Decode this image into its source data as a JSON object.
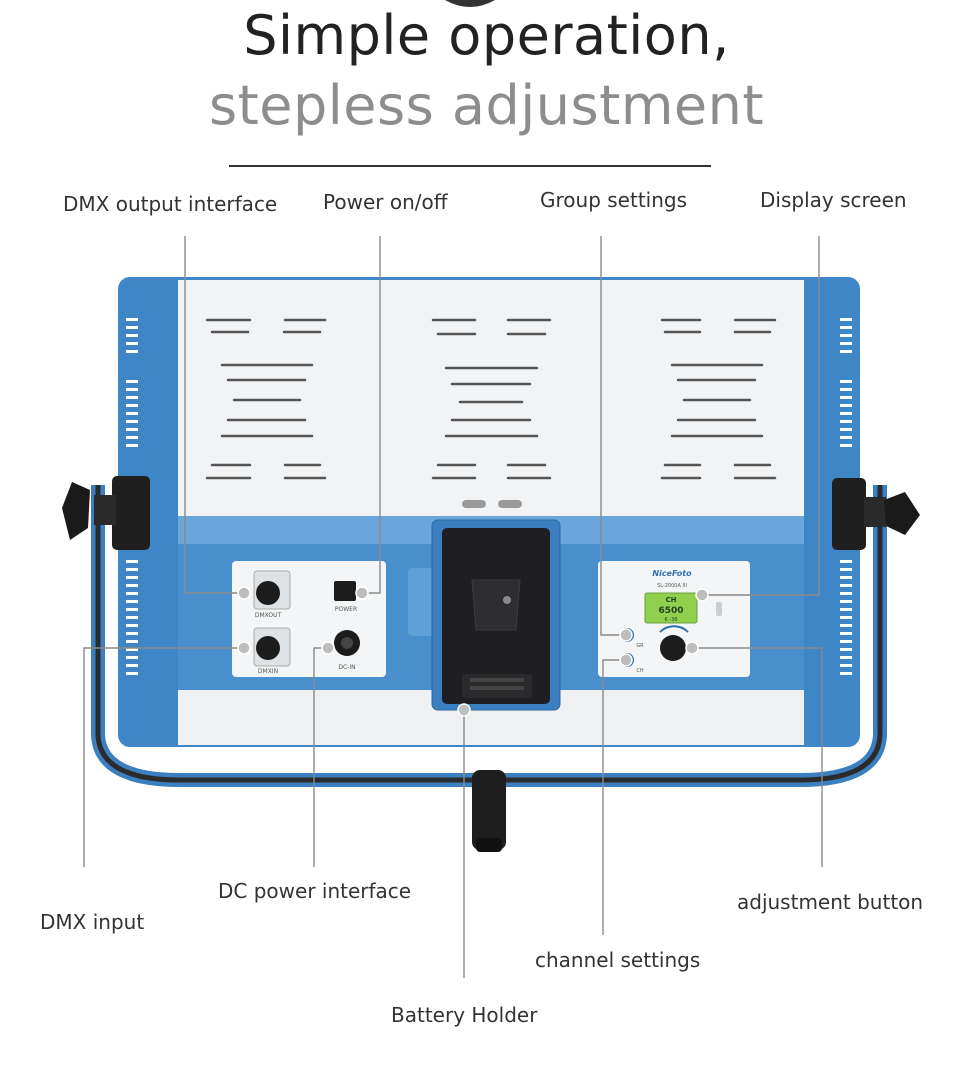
{
  "header": {
    "title_line1": "Simple operation,",
    "title_line2": "stepless adjustment"
  },
  "callouts": {
    "dmx_output": "DMX output interface",
    "power": "Power on/off",
    "group": "Group settings",
    "display": "Display screen",
    "dmx_input": "DMX input",
    "dc_power": "DC power interface",
    "battery": "Battery Holder",
    "channel": "channel settings",
    "adjust": "adjustment button"
  },
  "panel_labels": {
    "dmx_out_port": "DMXOUT",
    "dmx_in_port": "DMXIN",
    "power_switch": "POWER",
    "dc_port": "DC-IN",
    "brand": "NiceFoto",
    "model": "SL-2000A III",
    "group_btn": "GR",
    "channel_btn": "CH",
    "screen_line1": "CH",
    "screen_line2": "6500",
    "screen_line3": "K  -36"
  },
  "colors": {
    "frame_blue": "#3f86c6",
    "frame_blue_light": "#6aa6db",
    "panel_white": "#f2f3f5",
    "lcd_green": "#8fd14f"
  }
}
